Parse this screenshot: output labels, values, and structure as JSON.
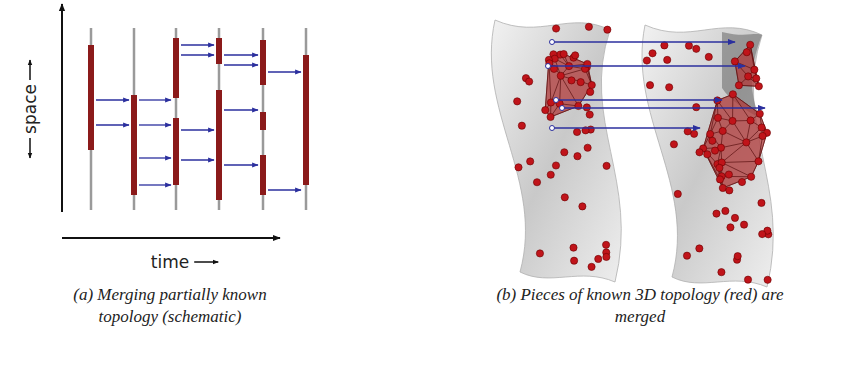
{
  "diagram": {
    "labels": [
      "space",
      "time",
      "(a) Merging partially known topology (schematic)",
      "(b) Pieces of known 3D topology (red) are merged"
    ]
  }
}
